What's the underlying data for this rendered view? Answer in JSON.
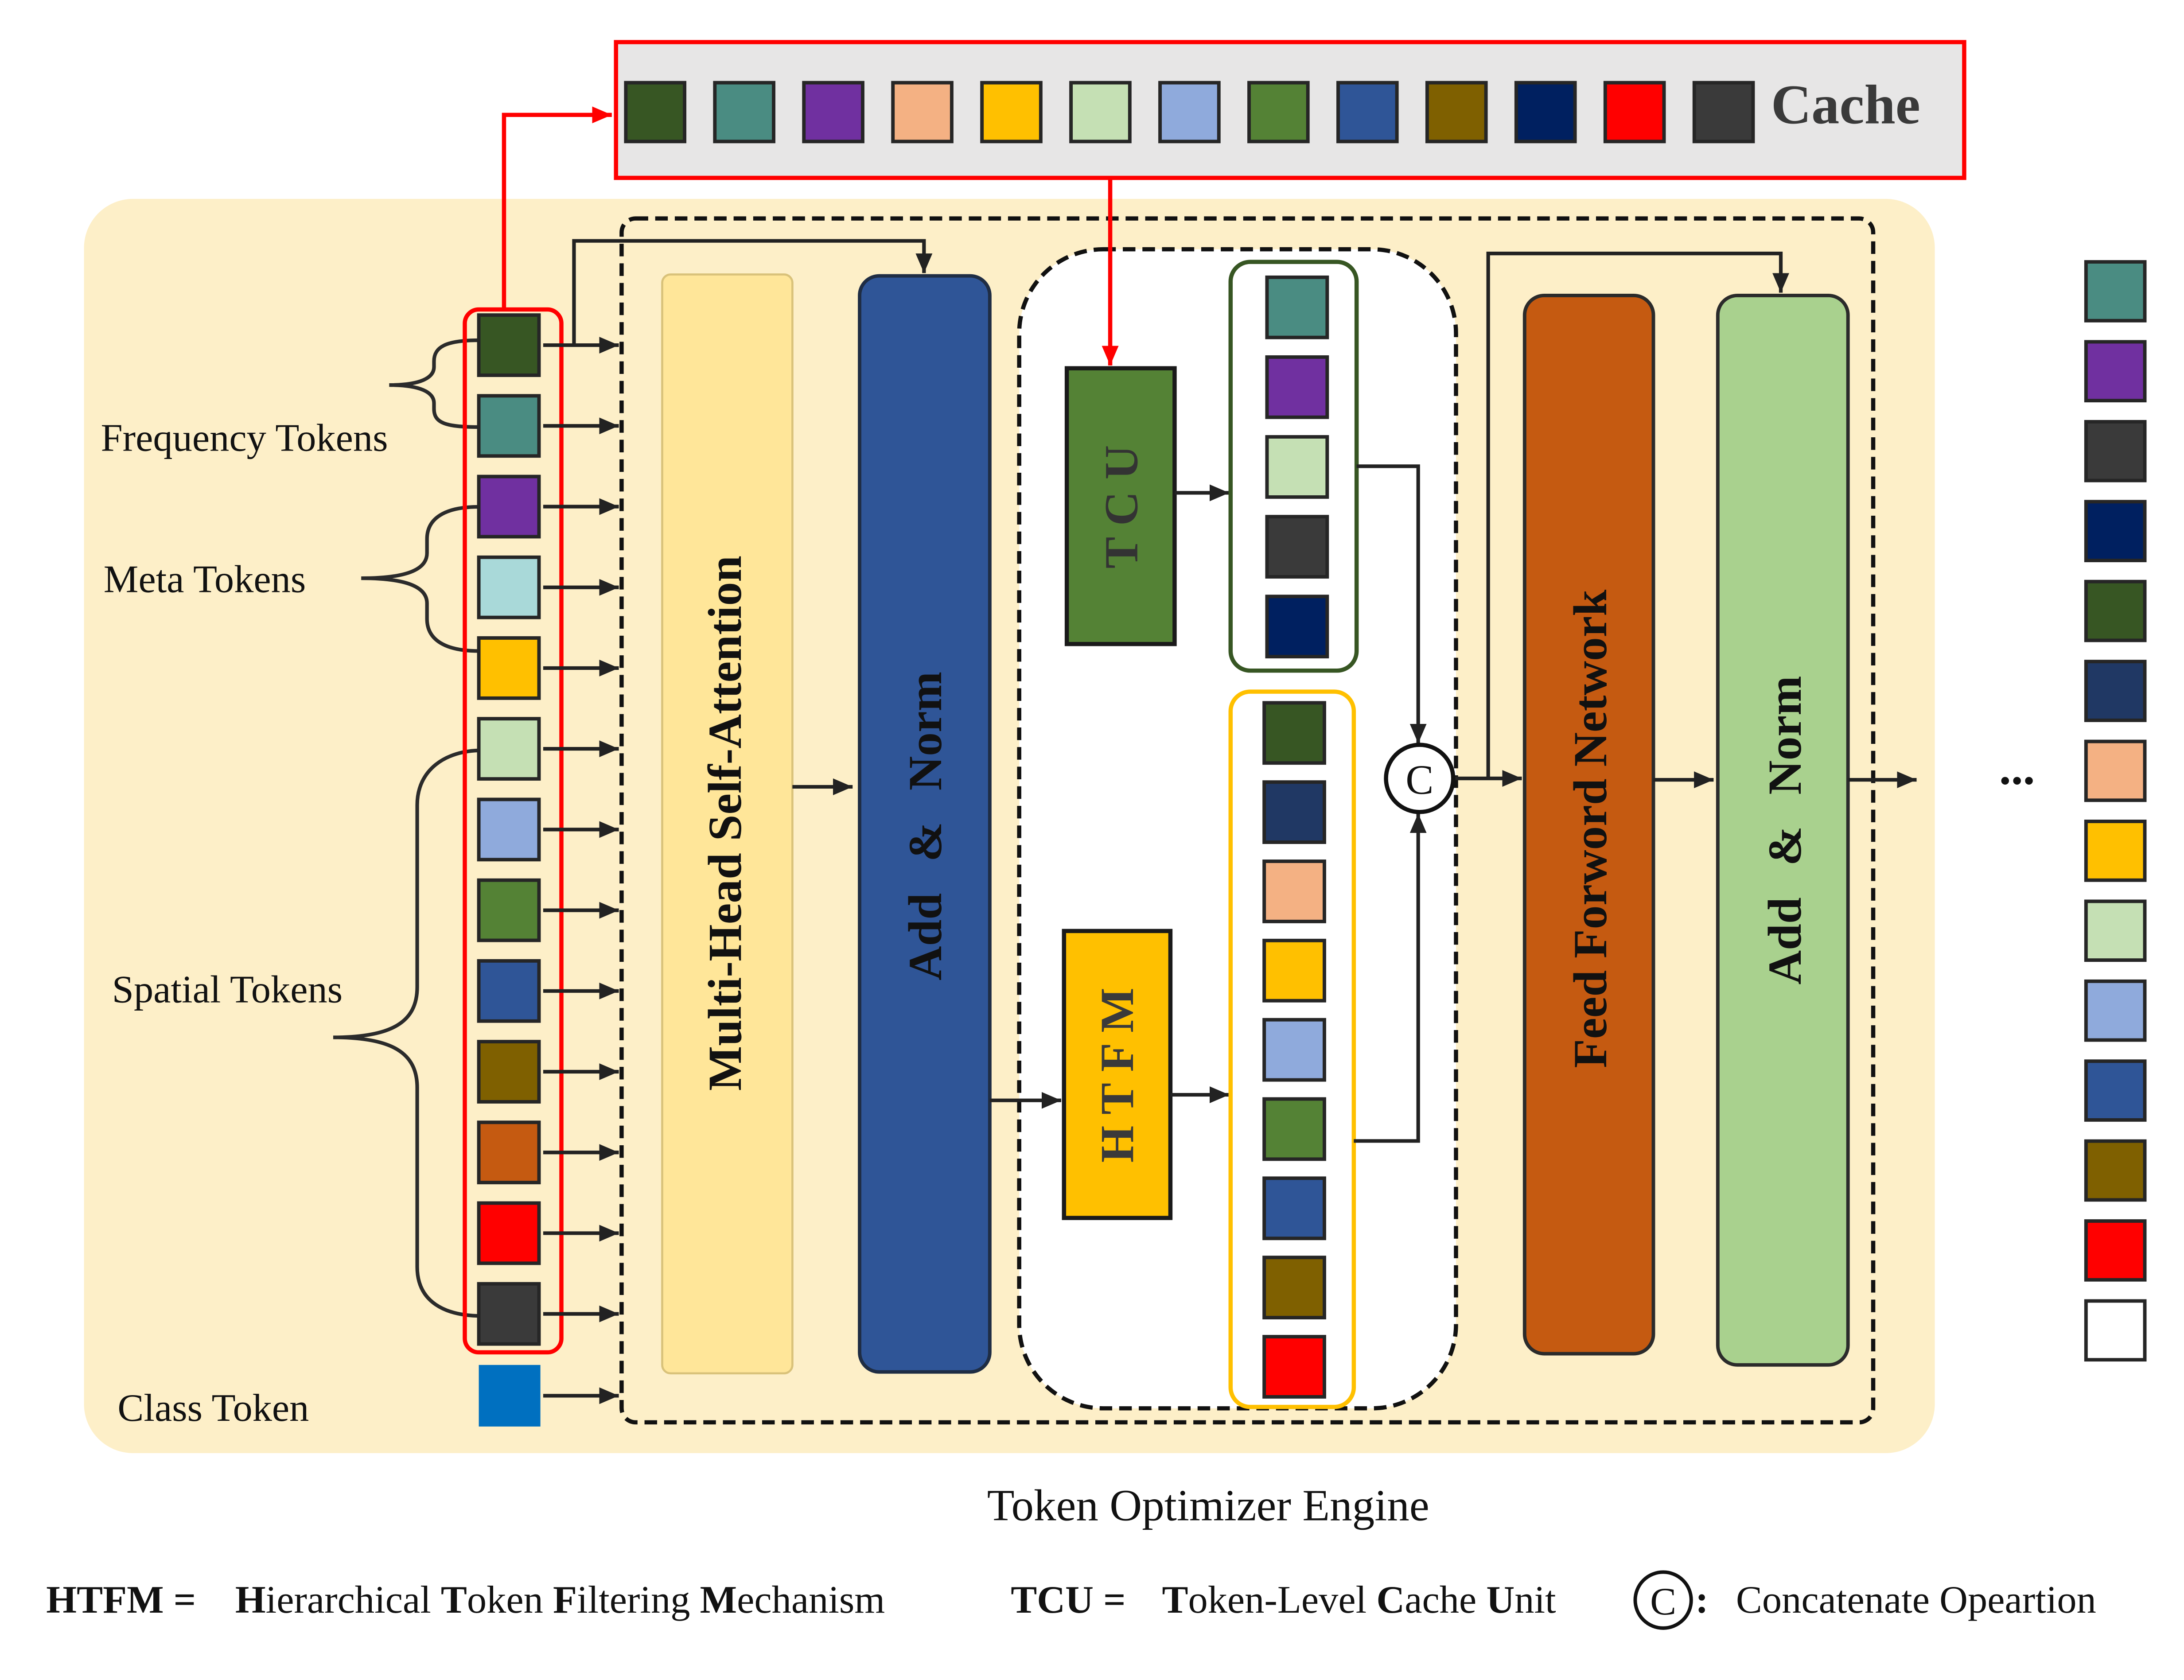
{
  "cache": {
    "label": "Cache",
    "tokens": [
      "#375623",
      "#4a8c82",
      "#7030a0",
      "#f4b183",
      "#ffc000",
      "#c5e0b4",
      "#8faadc",
      "#548235",
      "#2f5597",
      "#7f6000",
      "#002060",
      "#ff0000",
      "#3a3a3a"
    ]
  },
  "input_tokens": {
    "frequency": [
      "#375623",
      "#4a8c82"
    ],
    "meta": [
      "#7030a0",
      "#a9d9d9",
      "#ffc000"
    ],
    "spatial": [
      "#c5e0b4",
      "#8faadc",
      "#548235",
      "#2f5597",
      "#7f6000",
      "#c55a11",
      "#ff0000",
      "#3a3a3a"
    ],
    "class_token_color": "#0070c0"
  },
  "labels": {
    "frequency": "Frequency Tokens",
    "meta": "Meta Tokens",
    "spatial": "Spatial Tokens",
    "class": "Class Token"
  },
  "blocks": {
    "mhsa": "Multi-Head Self-Attention",
    "add_norm_1": "Add & Norm",
    "tcu": "T C U",
    "htfm": "H T F M",
    "concat": "C",
    "ffn": "Feed Forword Network",
    "add_norm_2": "Add & Norm"
  },
  "tcu_output_tokens": [
    "#4a8c82",
    "#7030a0",
    "#c5e0b4",
    "#3a3a3a",
    "#002060"
  ],
  "htfm_output_tokens": [
    "#375623",
    "#203864",
    "#f4b183",
    "#ffc000",
    "#8faadc",
    "#548235",
    "#2f5597",
    "#7f6000",
    "#ff0000"
  ],
  "output_tokens": [
    "#4a8c82",
    "#7030a0",
    "#3a3a3a",
    "#002060",
    "#375623",
    "#203864",
    "#f4b183",
    "#ffc000",
    "#c5e0b4",
    "#8faadc",
    "#2f5597",
    "#7f6000",
    "#ff0000",
    "#ffffff"
  ],
  "ellipsis": "...",
  "engine_title": "Token Optimizer Engine",
  "legend": {
    "htfm_abbr": "HTFM =",
    "htfm_def": "Hierarchical Token Filtering Mechanism",
    "tcu_abbr": "TCU =",
    "tcu_def": "Token-Level Cache Unit",
    "concat_symbol": "C",
    "concat_colon": ":",
    "concat_def": "Concatenate Opeartion"
  },
  "colors": {
    "background": "#fdefc8",
    "cache_fill": "#e7e6e6",
    "highlight": "#ff0000",
    "mhsa": "#ffe699",
    "add_norm_1": "#2f5597",
    "tcu": "#548235",
    "htfm": "#ffc000",
    "ffn": "#c55a11",
    "add_norm_2": "#a9d18e",
    "tcu_group_border": "#375623",
    "htfm_group_border": "#ffc000"
  }
}
